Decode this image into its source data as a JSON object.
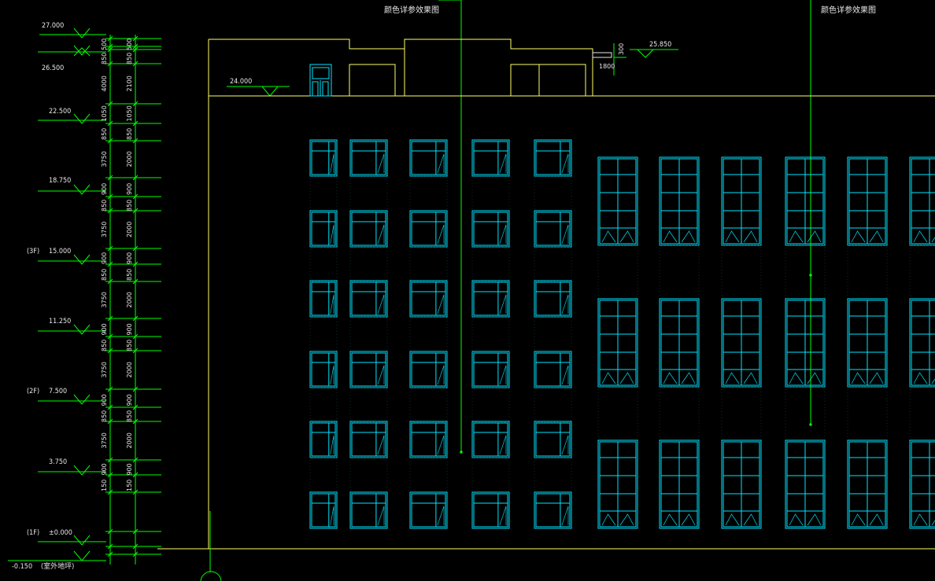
{
  "notes": {
    "left": "颜色详参效果图",
    "right": "颜色详参效果图"
  },
  "elevations": [
    {
      "label": "27.000"
    },
    {
      "label": "26.500"
    },
    {
      "label": "22.500"
    },
    {
      "label": "18.750"
    },
    {
      "label": "15.000",
      "floor": "(3F)"
    },
    {
      "label": "11.250"
    },
    {
      "label": "7.500",
      "floor": "(2F)"
    },
    {
      "label": "3.750"
    },
    {
      "label": "±0.000",
      "floor": "(1F)"
    },
    {
      "label": "-0.150",
      "extra": "(室外地坪)"
    }
  ],
  "roof_levels": {
    "parapet": "24.000",
    "top": "25.850",
    "dim_a": "300",
    "dim_b": "1800"
  },
  "dims_col1": [
    "500",
    "850",
    "4000",
    "1050",
    "850",
    "3750",
    "900",
    "850",
    "3750",
    "900",
    "850",
    "3750",
    "900",
    "850",
    "3750",
    "900",
    "850",
    "3750",
    "900",
    "150"
  ],
  "dims_col2": [
    "500",
    "850",
    "2100",
    "1050",
    "850",
    "2000",
    "900",
    "850",
    "2000",
    "900",
    "850",
    "2000",
    "900",
    "850",
    "2000",
    "900",
    "850",
    "2000",
    "900",
    "150"
  ],
  "colors": {
    "background": "#000000",
    "dimension_lines": "#00ff00",
    "building_outline": "#ffff66",
    "windows": "#00e5ff",
    "text": "#e8e8e8"
  }
}
